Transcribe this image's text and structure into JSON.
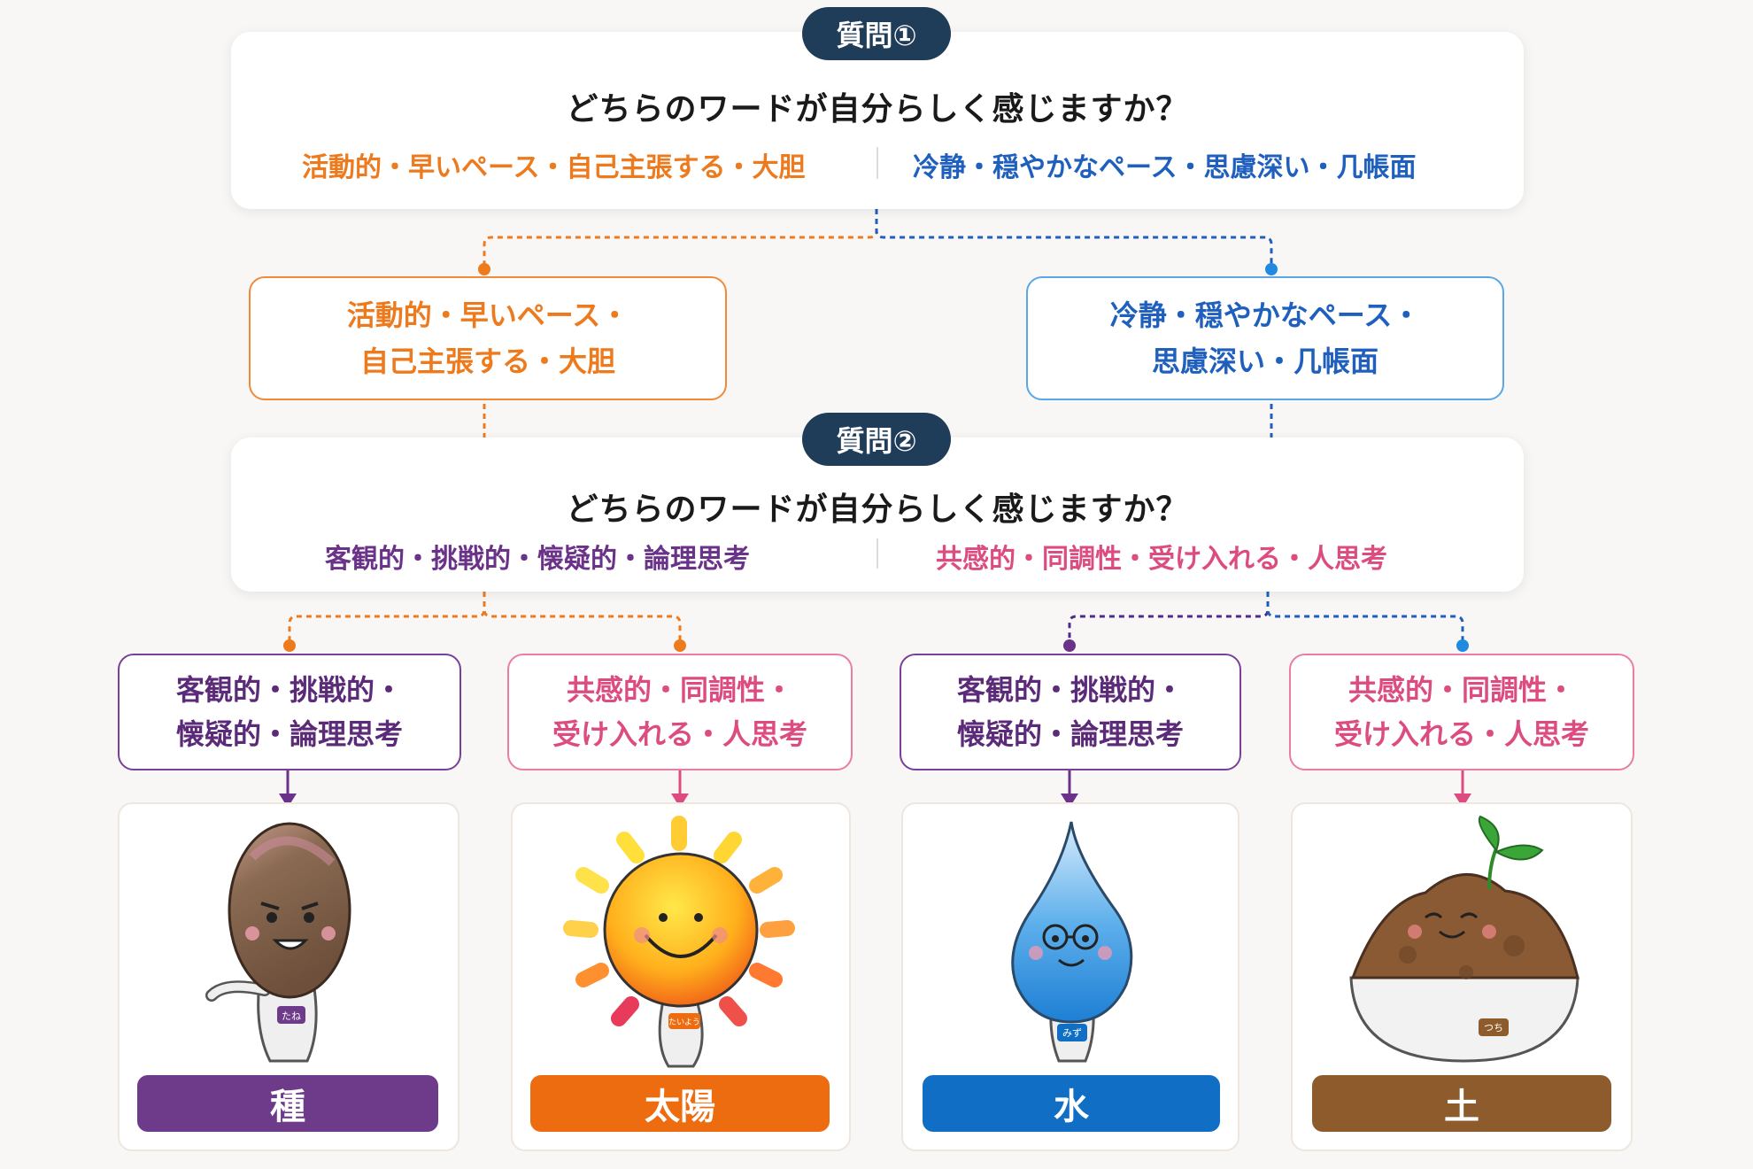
{
  "q1": {
    "badge": "質問①",
    "prompt": "どちらのワードが自分らしく感じますか？",
    "left": "活動的・早いペース・自己主張する・大胆",
    "right": "冷静・穏やかなペース・思慮深い・几帳面"
  },
  "b1": {
    "left": {
      "line1": "活動的・早いペース・",
      "line2": "自己主張する・大胆"
    },
    "right": {
      "line1": "冷静・穏やかなペース・",
      "line2": "思慮深い・几帳面"
    }
  },
  "q2": {
    "badge": "質問②",
    "prompt": "どちらのワードが自分らしく感じますか？",
    "left": "客観的・挑戦的・懐疑的・論理思考",
    "right": "共感的・同調性・受け入れる・人思考"
  },
  "b2": [
    {
      "line1": "客観的・挑戦的・",
      "line2": "懐疑的・論理思考"
    },
    {
      "line1": "共感的・同調性・",
      "line2": "受け入れる・人思考"
    },
    {
      "line1": "客観的・挑戦的・",
      "line2": "懐疑的・論理思考"
    },
    {
      "line1": "共感的・同調性・",
      "line2": "受け入れる・人思考"
    }
  ],
  "results": [
    {
      "label": "種",
      "tag": "たね",
      "color": "#6e3a8a",
      "icon": "seed-character-icon"
    },
    {
      "label": "太陽",
      "tag": "たいよう",
      "color": "#ee6c10",
      "icon": "sun-character-icon"
    },
    {
      "label": "水",
      "tag": "みず",
      "color": "#106fc4",
      "icon": "water-drop-character-icon"
    },
    {
      "label": "土",
      "tag": "つち",
      "color": "#8e5c2c",
      "icon": "soil-pot-character-icon"
    }
  ],
  "colors": {
    "orange": "#ee7a1e",
    "blue": "#1f5fbd",
    "purple": "#6b3289",
    "pink": "#dd4c80",
    "navy": "#1f3c59"
  }
}
